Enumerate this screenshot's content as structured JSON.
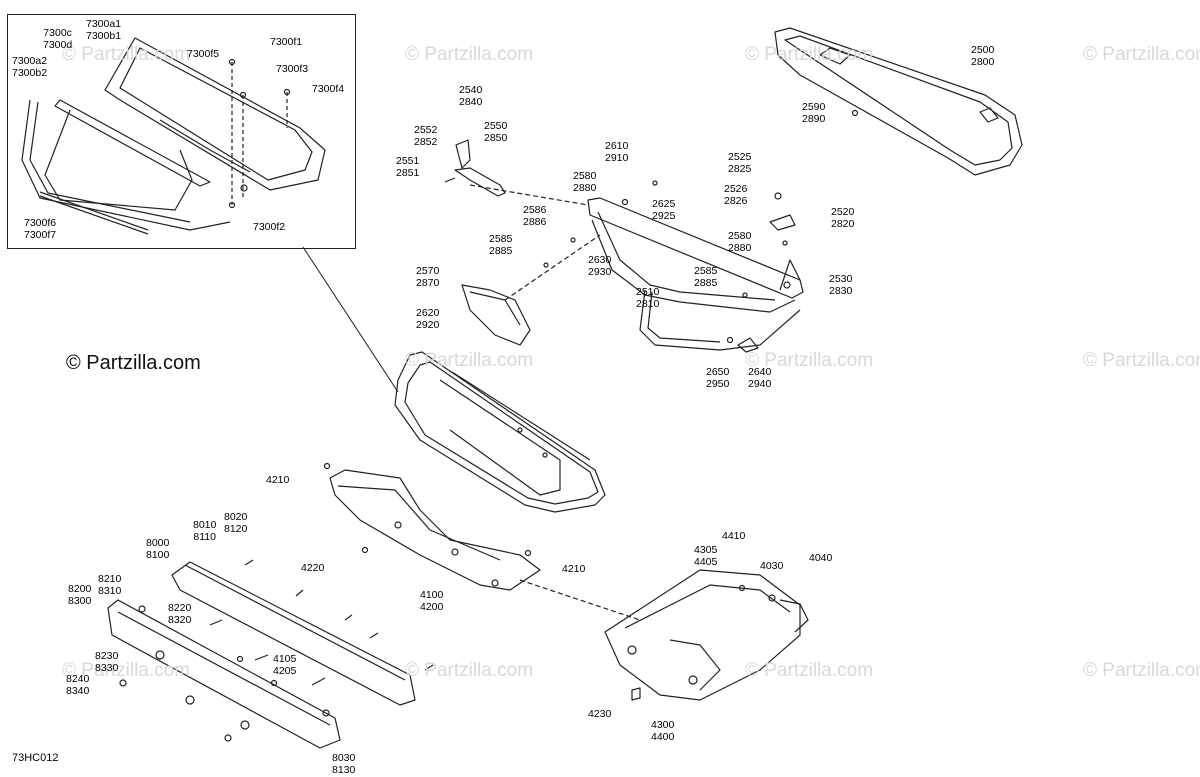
{
  "watermark": "© Partzilla.com",
  "brand": "© Partzilla.com",
  "diagram_code": "73HC012",
  "callouts": [
    {
      "id": "7300c",
      "lines": [
        "7300c",
        "7300d"
      ]
    },
    {
      "id": "7300a1",
      "lines": [
        "7300a1",
        "7300b1"
      ]
    },
    {
      "id": "7300a2",
      "lines": [
        "7300a2",
        "7300b2"
      ]
    },
    {
      "id": "7300f5",
      "lines": [
        "7300f5"
      ]
    },
    {
      "id": "7300f1",
      "lines": [
        "7300f1"
      ]
    },
    {
      "id": "7300f3",
      "lines": [
        "7300f3"
      ]
    },
    {
      "id": "7300f4",
      "lines": [
        "7300f4"
      ]
    },
    {
      "id": "7300f6",
      "lines": [
        "7300f6",
        "7300f7"
      ]
    },
    {
      "id": "7300f2",
      "lines": [
        "7300f2"
      ]
    },
    {
      "id": "2540",
      "lines": [
        "2540",
        "2840"
      ]
    },
    {
      "id": "2552",
      "lines": [
        "2552",
        "2852"
      ]
    },
    {
      "id": "2550",
      "lines": [
        "2550",
        "2850"
      ]
    },
    {
      "id": "2551",
      "lines": [
        "2551",
        "2851"
      ]
    },
    {
      "id": "2610",
      "lines": [
        "2610",
        "2910"
      ]
    },
    {
      "id": "2580a",
      "lines": [
        "2580",
        "2880"
      ]
    },
    {
      "id": "2586",
      "lines": [
        "2586",
        "2886"
      ]
    },
    {
      "id": "2625",
      "lines": [
        "2625",
        "2925"
      ]
    },
    {
      "id": "2585a",
      "lines": [
        "2585",
        "2885"
      ]
    },
    {
      "id": "2630",
      "lines": [
        "2630",
        "2930"
      ]
    },
    {
      "id": "2570",
      "lines": [
        "2570",
        "2870"
      ]
    },
    {
      "id": "2620",
      "lines": [
        "2620",
        "2920"
      ]
    },
    {
      "id": "2510",
      "lines": [
        "2510",
        "2810"
      ]
    },
    {
      "id": "2585b",
      "lines": [
        "2585",
        "2885"
      ]
    },
    {
      "id": "2580b",
      "lines": [
        "2580",
        "2880"
      ]
    },
    {
      "id": "2530",
      "lines": [
        "2530",
        "2830"
      ]
    },
    {
      "id": "2525",
      "lines": [
        "2525",
        "2825"
      ]
    },
    {
      "id": "2526",
      "lines": [
        "2526",
        "2826"
      ]
    },
    {
      "id": "2520",
      "lines": [
        "2520",
        "2820"
      ]
    },
    {
      "id": "2650",
      "lines": [
        "2650",
        "2950"
      ]
    },
    {
      "id": "2640",
      "lines": [
        "2640",
        "2940"
      ]
    },
    {
      "id": "2500",
      "lines": [
        "2500",
        "2800"
      ]
    },
    {
      "id": "2590",
      "lines": [
        "2590",
        "2890"
      ]
    },
    {
      "id": "4210a",
      "lines": [
        "4210"
      ]
    },
    {
      "id": "4210b",
      "lines": [
        "4210"
      ]
    },
    {
      "id": "4220",
      "lines": [
        "4220"
      ]
    },
    {
      "id": "4100",
      "lines": [
        "4100",
        "4200"
      ]
    },
    {
      "id": "8010",
      "lines": [
        "8010",
        "8110"
      ]
    },
    {
      "id": "8020",
      "lines": [
        "8020",
        "8120"
      ]
    },
    {
      "id": "8000",
      "lines": [
        "8000",
        "8100"
      ]
    },
    {
      "id": "8210",
      "lines": [
        "8210",
        "8310"
      ]
    },
    {
      "id": "8200",
      "lines": [
        "8200",
        "8300"
      ]
    },
    {
      "id": "8220",
      "lines": [
        "8220",
        "8320"
      ]
    },
    {
      "id": "8230",
      "lines": [
        "8230",
        "8330"
      ]
    },
    {
      "id": "8240",
      "lines": [
        "8240",
        "8340"
      ]
    },
    {
      "id": "4105",
      "lines": [
        "4105",
        "4205"
      ]
    },
    {
      "id": "8030",
      "lines": [
        "8030",
        "8130"
      ]
    },
    {
      "id": "4410",
      "lines": [
        "4410"
      ]
    },
    {
      "id": "4305",
      "lines": [
        "4305",
        "4405"
      ]
    },
    {
      "id": "4030",
      "lines": [
        "4030"
      ]
    },
    {
      "id": "4040",
      "lines": [
        "4040"
      ]
    },
    {
      "id": "4230",
      "lines": [
        "4230"
      ]
    },
    {
      "id": "4300",
      "lines": [
        "4300",
        "4400"
      ]
    }
  ]
}
